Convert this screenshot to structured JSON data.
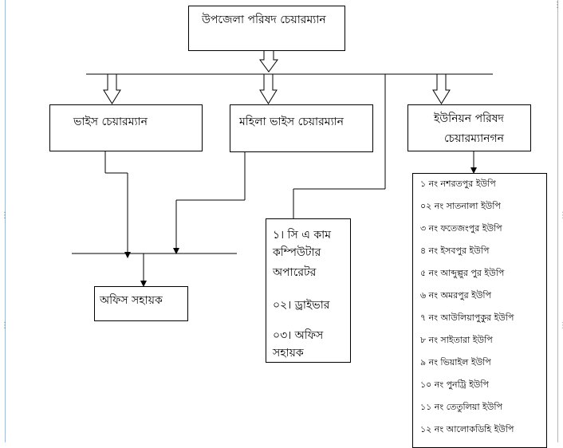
{
  "top": {
    "label": "উপজেলা পরিষদ চেয়ারম্যান"
  },
  "vice_chairman": {
    "label": "ভাইস চেয়ারম্যান"
  },
  "female_vice_chairman": {
    "label": "মহিলা ভাইস চেয়ারম্যান"
  },
  "union_chairmen": {
    "line1": "ইউনিয়ন পরিষদ",
    "line2": "চেয়ারম্যানগন"
  },
  "office_assistant": {
    "label": "অফিস সহায়ক"
  },
  "staff": {
    "line1": "১। সি এ কাম",
    "line2": "কম্পিউটার",
    "line3": "অপারেটর",
    "line4": "০২। ড্রাইভার",
    "line5": "০৩। অফিস",
    "line6": "সহায়ক"
  },
  "unions": [
    "১ নং নশরতপুর ইউপি",
    "০২ নং সাতনালা ইউপি",
    "৩ নং ফতেজংপুর ইউপি",
    "৪ নং ইসবপুর ইউপি",
    "৫ নং আব্দুল্পুর পুর ইউপি",
    "৬ নং অমরপুর ইউপি",
    "৭ নং আউলিয়াপুকুর ইউপি",
    "৮ নং সাইতারা ইউপি",
    "৯ নং ভিয়াইল ইউপি",
    "১০ নং পুনট্রি ইউপি",
    "১১ নং তেতুলিয়া ইউপি",
    "১২ নং আলোকডিহি ইউপি"
  ]
}
